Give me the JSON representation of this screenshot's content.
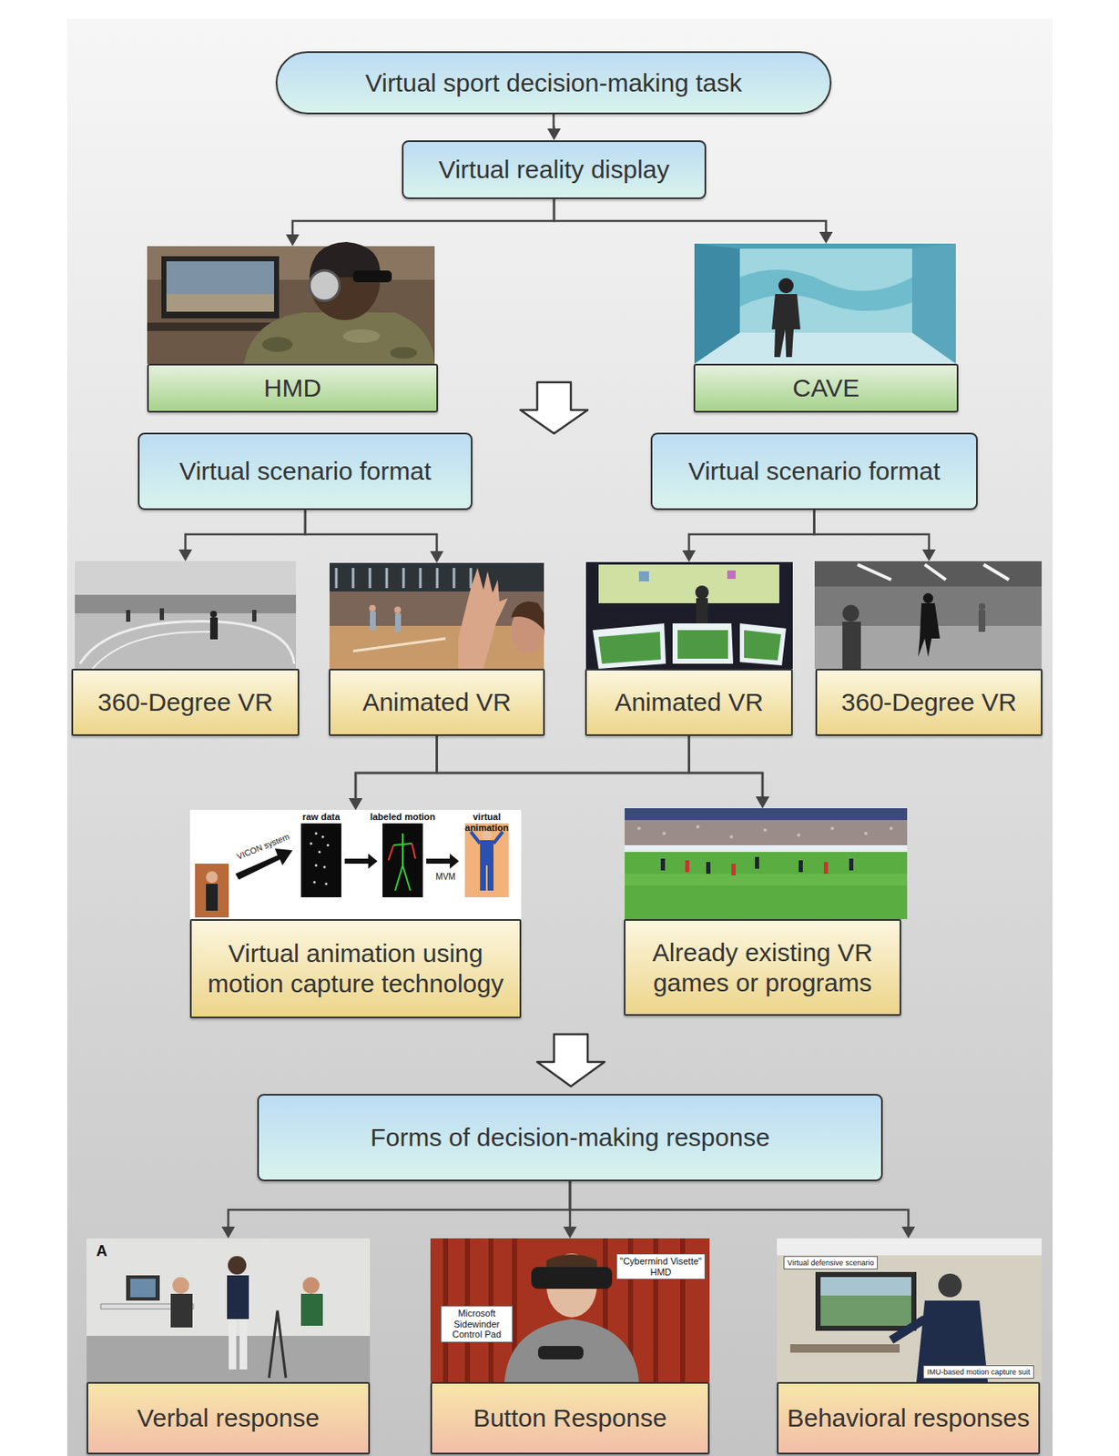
{
  "diagram": {
    "nodes": [
      {
        "text": [
          "Virtual sport decision-making task"
        ]
      },
      {
        "text": [
          "Virtual reality display"
        ]
      },
      {
        "text": [
          "HMD"
        ]
      },
      {
        "text": [
          "CAVE"
        ]
      },
      {
        "text": [
          "Virtual scenario format"
        ]
      },
      {
        "text": [
          "Virtual scenario format"
        ]
      },
      {
        "text": [
          "360-Degree VR"
        ]
      },
      {
        "text": [
          "Animated VR"
        ]
      },
      {
        "text": [
          "Animated VR"
        ]
      },
      {
        "text": [
          "360-Degree VR"
        ]
      },
      {
        "text": [
          "Virtual animation using motion capture technology"
        ]
      },
      {
        "text": [
          "Already existing VR games or programs"
        ]
      },
      {
        "text": [
          "Forms of decision-making response"
        ]
      },
      {
        "text": [
          "Verbal response"
        ]
      },
      {
        "text": [
          "Button Response"
        ]
      },
      {
        "text": [
          "Behavioral responses"
        ]
      }
    ],
    "edges": [
      {
        "from": 0,
        "to": 1,
        "arrow": "to"
      },
      {
        "from": 1,
        "to": 2,
        "arrow": "to"
      },
      {
        "from": 1,
        "to": 3,
        "arrow": "to"
      },
      {
        "from": 4,
        "to": 6,
        "arrow": "to"
      },
      {
        "from": 4,
        "to": 7,
        "arrow": "to"
      },
      {
        "from": 5,
        "to": 8,
        "arrow": "to"
      },
      {
        "from": 5,
        "to": 9,
        "arrow": "to"
      },
      {
        "from": 7,
        "to": 10,
        "arrow": "to"
      },
      {
        "from": 7,
        "to": 11,
        "arrow": "to"
      },
      {
        "from": 8,
        "to": 10,
        "arrow": "to"
      },
      {
        "from": 8,
        "to": 11,
        "arrow": "to"
      },
      {
        "from": 12,
        "to": 13,
        "arrow": "to"
      },
      {
        "from": 12,
        "to": 14,
        "arrow": "to"
      },
      {
        "from": 12,
        "to": 15,
        "arrow": "to"
      }
    ],
    "labels": [
      "raw data",
      "labeled motion",
      "virtual animation",
      "VICON system",
      "MVM",
      "A",
      "\"Cybermind Visette\" HMD",
      "Microsoft Sidewinder Control Pad",
      "Virtual defensive scenario",
      "IMU-based motion capture suit"
    ]
  }
}
